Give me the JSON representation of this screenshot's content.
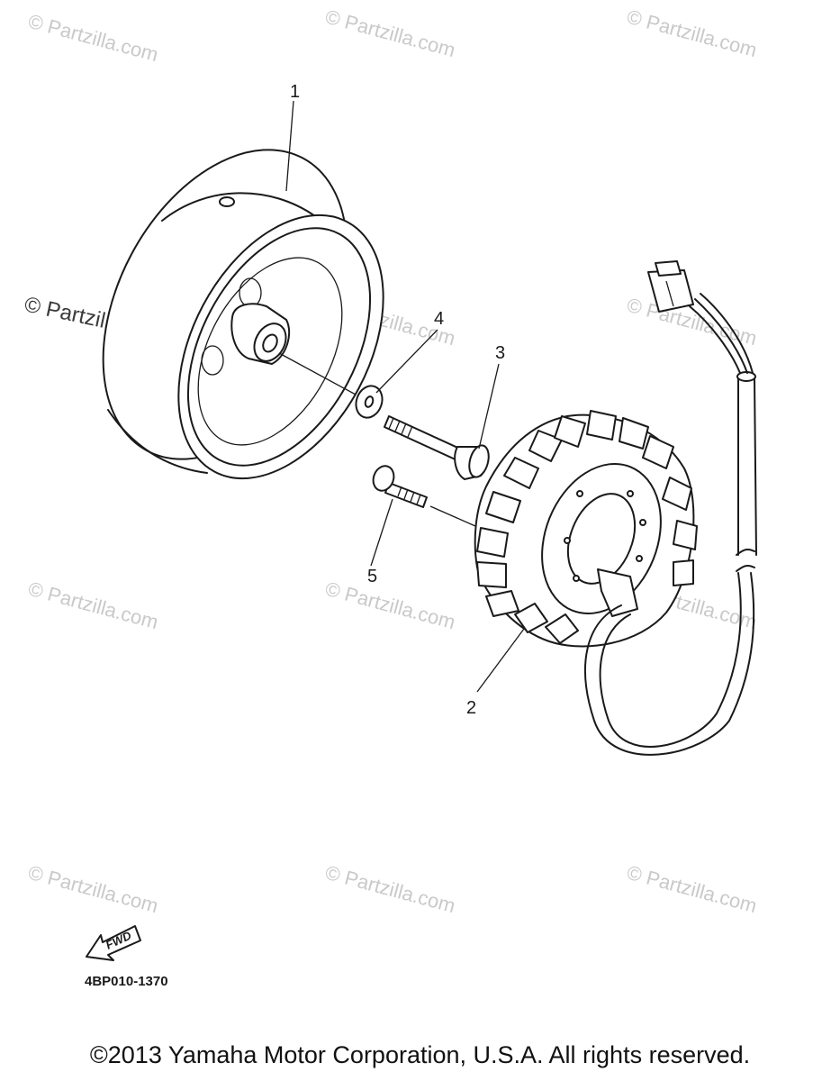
{
  "watermark_text": "© Partzilla.com",
  "callouts": {
    "c1": "1",
    "c2": "2",
    "c3": "3",
    "c4": "4",
    "c5": "5"
  },
  "fwd_label": "FWD",
  "diagram_code": "4BP010-1370",
  "copyright": "©2013 Yamaha Motor Corporation, U.S.A. All rights reserved."
}
